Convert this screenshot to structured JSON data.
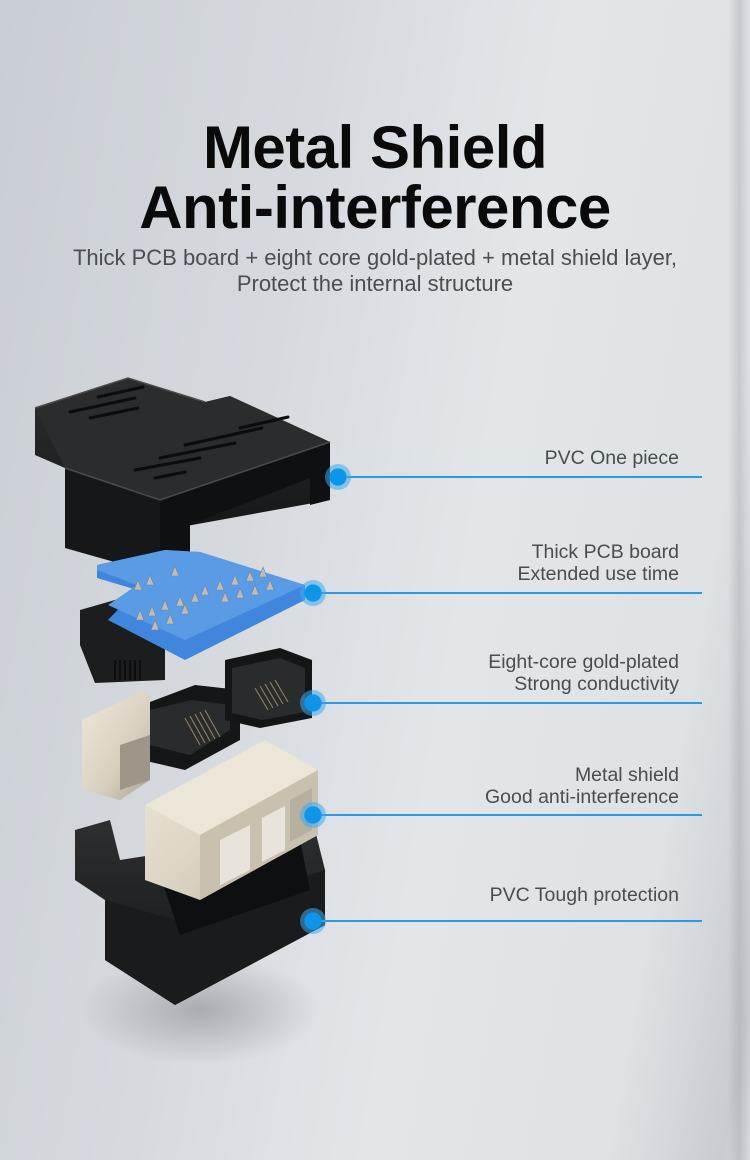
{
  "header": {
    "title_line1": "Metal Shield",
    "title_line2": "Anti-interference",
    "subtitle_line1": "Thick PCB board + eight core gold-plated + metal shield layer,",
    "subtitle_line2": "Protect the internal structure"
  },
  "colors": {
    "accent": "#1a9be8",
    "callout_line": "#2a9be0",
    "pcb_blue": "#4a8fe0",
    "title": "#0a0a0a",
    "body_text": "#4a4c4f"
  },
  "callouts": [
    {
      "line1": "PVC One piece",
      "line2": ""
    },
    {
      "line1": "Thick PCB board",
      "line2": "Extended use time"
    },
    {
      "line1": "Eight-core gold-plated",
      "line2": "Strong conductivity"
    },
    {
      "line1": "Metal shield",
      "line2": "Good anti-interference"
    },
    {
      "line1": "PVC Tough protection",
      "line2": ""
    }
  ],
  "illustration": {
    "subject": "exploded view of RJ45 coupler",
    "layers": [
      "top PVC cover",
      "blue PCB board with gold pins",
      "RJ45 jacks",
      "metal shield",
      "bottom PVC housing"
    ]
  }
}
